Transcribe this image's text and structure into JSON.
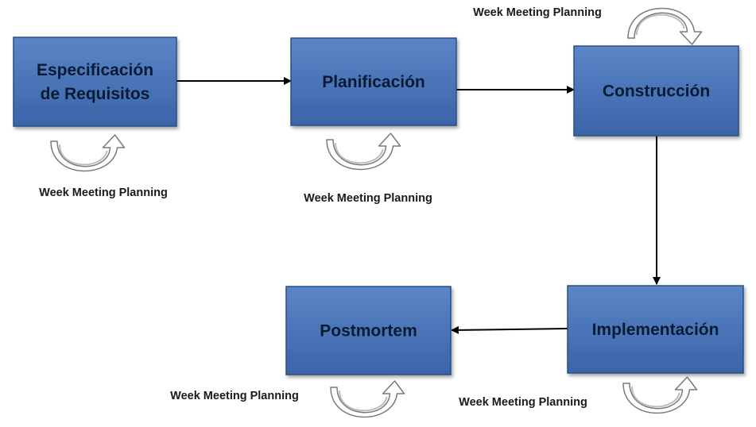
{
  "colors": {
    "box_fill_top": "#5a86c8",
    "box_fill_bottom": "#3a64a8",
    "box_border": "#2c4f86",
    "arrow": "#000000",
    "loop_arrow": "#ffffff",
    "loop_outline": "#7a7a7a"
  },
  "nodes": [
    {
      "id": "requisitos",
      "lines": [
        "Especificación",
        "de Requisitos"
      ],
      "caption": "Week Meeting Planning"
    },
    {
      "id": "planificacion",
      "lines": [
        "Planificación"
      ],
      "caption": "Week Meeting Planning"
    },
    {
      "id": "construccion",
      "lines": [
        "Construcción"
      ],
      "caption": "Week Meeting Planning"
    },
    {
      "id": "implementacion",
      "lines": [
        "Implementación"
      ],
      "caption": "Week Meeting Planning"
    },
    {
      "id": "postmortem",
      "lines": [
        "Postmortem"
      ],
      "caption": "Week Meeting Planning"
    }
  ],
  "edges": [
    {
      "from": "requisitos",
      "to": "planificacion"
    },
    {
      "from": "planificacion",
      "to": "construccion"
    },
    {
      "from": "construccion",
      "to": "implementacion"
    },
    {
      "from": "implementacion",
      "to": "postmortem"
    }
  ]
}
